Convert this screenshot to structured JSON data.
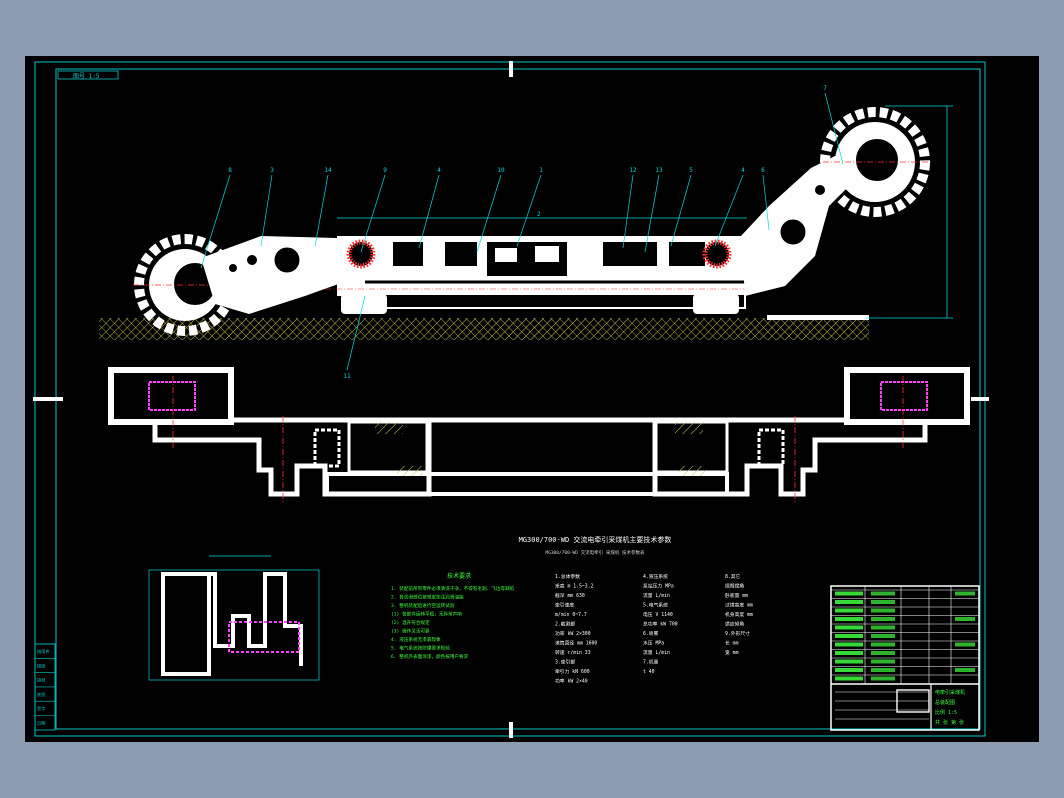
{
  "page": {
    "background": "#8e9cb2",
    "viewport_background": "#000000"
  },
  "colors": {
    "frame": "#00c8c8",
    "body": "#ffffff",
    "hatch": "#c8c850",
    "red": "#ff3030",
    "magenta": "#ff40ff",
    "green": "#40ff40",
    "leader": "#00d8d8"
  },
  "drawing": {
    "drawing_number": "图号 1:5",
    "balloons": [
      "8",
      "3",
      "14",
      "9",
      "4",
      "10",
      "1",
      "12",
      "13",
      "5",
      "4",
      "6",
      "7",
      "11"
    ],
    "overall_dim": "2",
    "panel_title": "MG300/700-WD 交流电牵引采煤机主要技术参数",
    "panel_subtitle": "MG300/700-WD  交流电牵引  采煤机  技术参数表",
    "requirements_title": "技术要求",
    "requirements_lines": [
      "1. 装配前所有零件必须清洗干净，不得有毛刺、飞边等缺陷",
      "2. 各润滑部位按规定加注润滑油脂",
      "3. 整机装配后进行空运转试验",
      "   (1) 各部件运转平稳，无异常声响",
      "   (2) 温升符合规定",
      "   (3) 操作灵活可靠",
      "4. 液压系统无渗漏现象",
      "5. 电气系统按防爆要求检验",
      "6. 整机外表面涂漆，颜色按用户要求"
    ],
    "param_col1": [
      "1.总体参数",
      "采高 m  1.5~3.2",
      "截深 mm 630",
      "牵引速度",
      "m/min 0~7.7",
      "2.截割部",
      "功率 kW 2×300",
      "滚筒直径 mm 1600",
      "转速 r/min 33",
      "3.牵引部",
      "牵引力 kN 600",
      "功率 kW 2×40"
    ],
    "param_col2": [
      "4.液压系统",
      "泵站压力 MPa",
      "流量 L/min",
      "5.电气系统",
      "电压 V 1140",
      "总功率 kW 700",
      "6.喷雾",
      "水压 MPa",
      "流量 L/min",
      "7.机重",
      "t  40"
    ],
    "param_col3": [
      "8.其它",
      "摇臂摆角",
      "卧底量 mm",
      "过煤高度 mm",
      "机身高度 mm",
      "适应倾角",
      "9.外形尺寸",
      "长 mm",
      "宽 mm"
    ],
    "title_block_rows": [
      "电牵引采煤机",
      "总装配图",
      "比例 1:5",
      "共 张 第 张"
    ],
    "left_strip": [
      "借用件",
      "描图",
      "描校",
      "底图",
      "签字",
      "日期"
    ]
  }
}
